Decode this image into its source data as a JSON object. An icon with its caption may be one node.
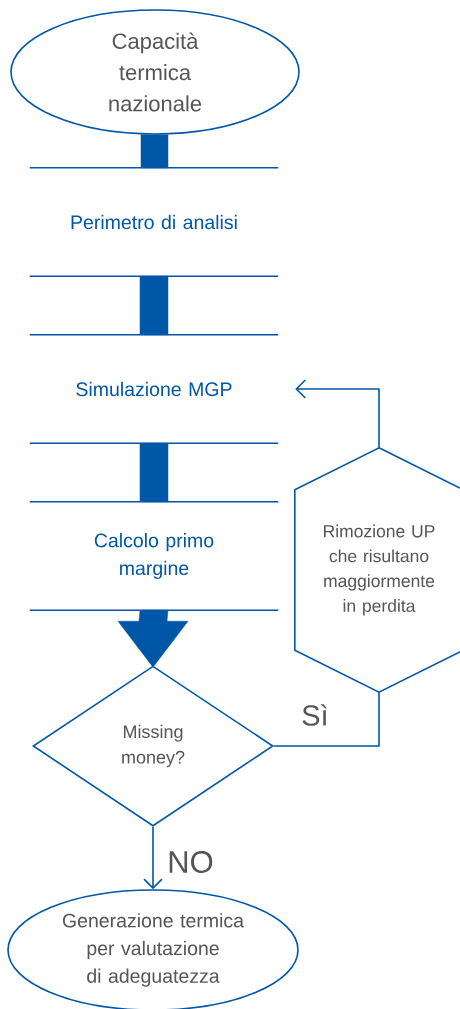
{
  "diagram": {
    "nodes": [
      {
        "text": [
          "Capacità termica nazionale"
        ]
      },
      {
        "text": [
          "Perimetro di analisi"
        ]
      },
      {
        "text": [
          "Simulazione MGP"
        ]
      },
      {
        "text": [
          "Calcolo primo margine"
        ]
      },
      {
        "text": [
          "Missing money?"
        ]
      },
      {
        "text": [
          "Rimozione UP che risultano maggiormente in perdita"
        ]
      },
      {
        "text": [
          "Generazione termica per valutazione di adeguatezza"
        ]
      }
    ],
    "edges": [
      {
        "from": 0,
        "to": 1,
        "arrow": "none",
        "style": "thick"
      },
      {
        "from": 1,
        "to": 2,
        "arrow": "none",
        "style": "thick"
      },
      {
        "from": 2,
        "to": 3,
        "arrow": "none",
        "style": "thick"
      },
      {
        "from": 3,
        "to": 4,
        "arrow": "to",
        "style": "thick"
      },
      {
        "from": 4,
        "to": 5,
        "arrow": "none",
        "label": "Sì"
      },
      {
        "from": 5,
        "to": 2,
        "arrow": "to"
      },
      {
        "from": 4,
        "to": 6,
        "arrow": "to",
        "label": "NO"
      }
    ]
  }
}
